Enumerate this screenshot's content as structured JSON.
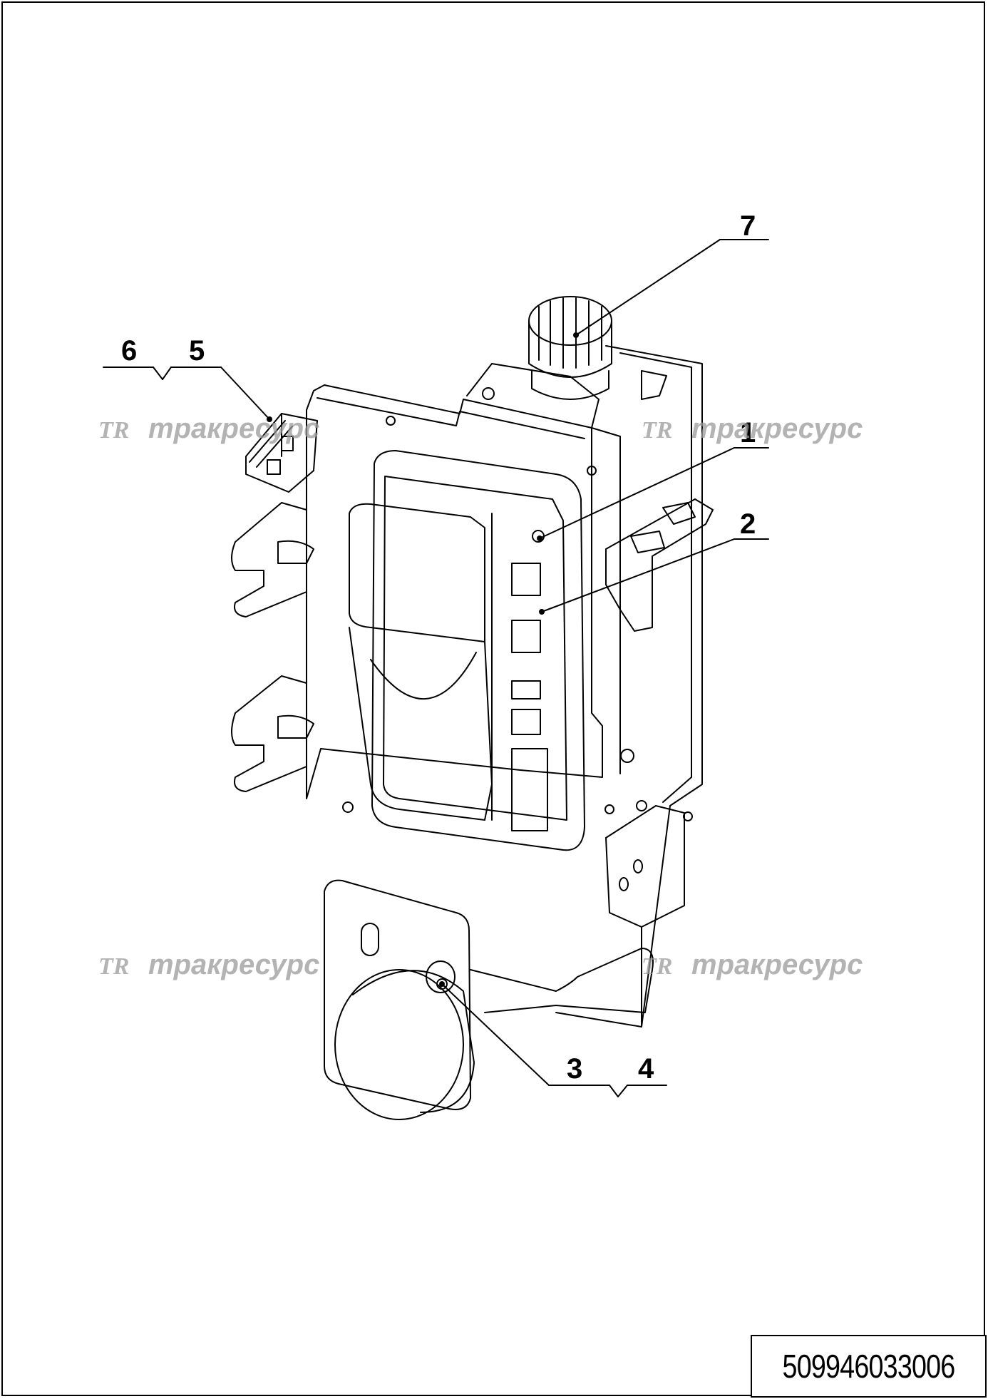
{
  "callouts": {
    "c1": "1",
    "c2": "2",
    "c3": "3",
    "c4": "4",
    "c5": "5",
    "c6": "6",
    "c7": "7"
  },
  "watermark": {
    "logo": "TR",
    "text": "тракресурс"
  },
  "part_number": "509946033006"
}
